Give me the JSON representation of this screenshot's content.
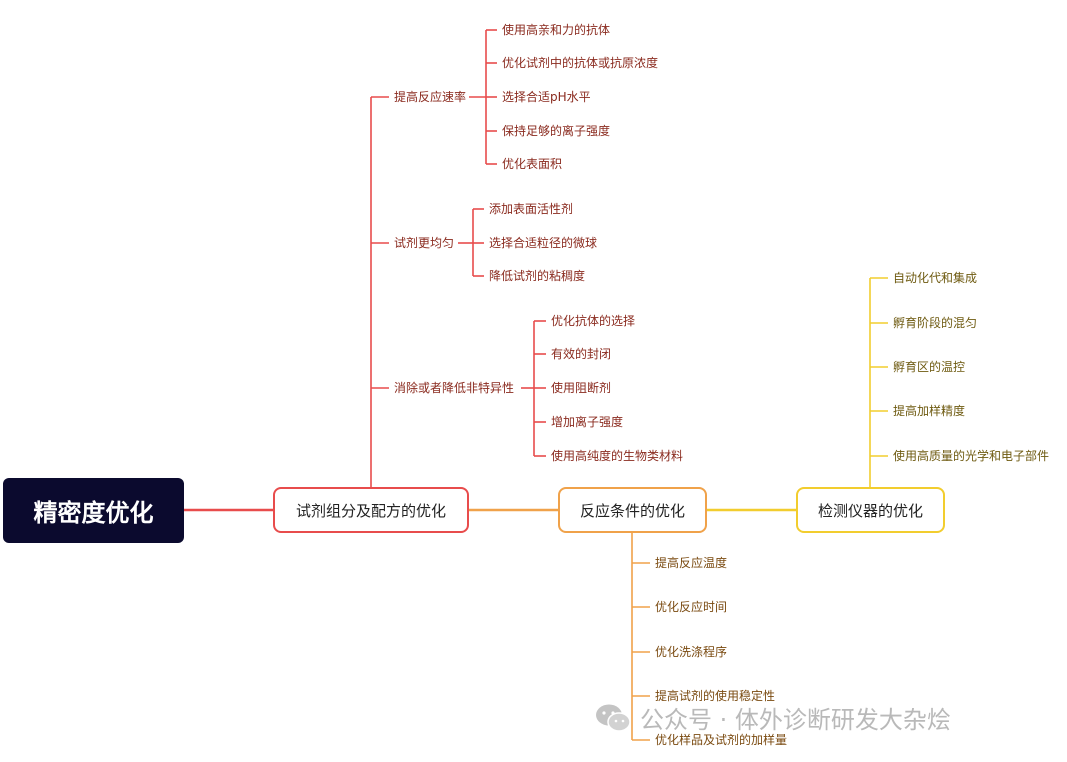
{
  "root": {
    "label": "精密度优化"
  },
  "branches": [
    {
      "label": "试剂组分及配方的优化",
      "color": "#e84c4c",
      "groups": [
        {
          "label": "提高反应速率",
          "items": [
            "使用高亲和力的抗体",
            "优化试剂中的抗体或抗原浓度",
            "选择合适pH水平",
            "保持足够的离子强度",
            "优化表面积"
          ]
        },
        {
          "label": "试剂更均匀",
          "items": [
            "添加表面活性剂",
            "选择合适粒径的微球",
            "降低试剂的粘稠度"
          ]
        },
        {
          "label": "消除或者降低非特异性",
          "items": [
            "优化抗体的选择",
            "有效的封闭",
            "使用阻断剂",
            "增加离子强度",
            "使用高纯度的生物类材料"
          ]
        }
      ]
    },
    {
      "label": "反应条件的优化",
      "color": "#f0a24a",
      "items": [
        "提高反应温度",
        "优化反应时间",
        "优化洗涤程序",
        "提高试剂的使用稳定性",
        "优化样品及试剂的加样量"
      ]
    },
    {
      "label": "检测仪器的优化",
      "color": "#f2cd2e",
      "items": [
        "自动化代和集成",
        "孵育阶段的混匀",
        "孵育区的温控",
        "提高加样精度",
        "使用高质量的光学和电子部件"
      ]
    }
  ],
  "watermark": {
    "text": "公众号 · 体外诊断研发大杂烩",
    "icon": "wechat-icon"
  }
}
